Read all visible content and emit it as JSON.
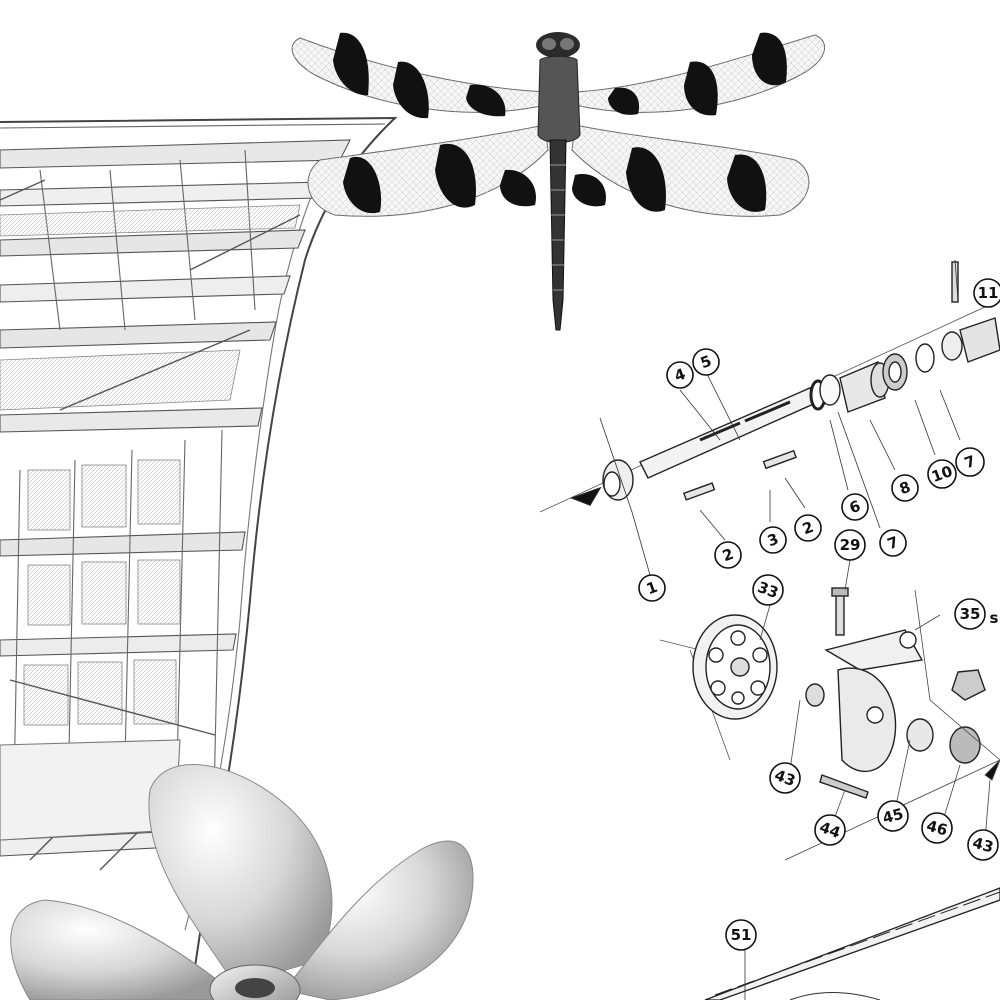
{
  "collage": {
    "dragonfly": {
      "wing_band_color": "#111111",
      "wing_color": "#f6f6f6"
    },
    "hull": {
      "line_color": "#555555",
      "fill_color": "#eeeeee"
    },
    "propeller": {
      "metal_color": "#dcdcdc"
    },
    "callouts": [
      {
        "id": "c11",
        "label": "11"
      },
      {
        "id": "c4",
        "label": "4"
      },
      {
        "id": "c5",
        "label": "5"
      },
      {
        "id": "c8",
        "label": "8"
      },
      {
        "id": "c10",
        "label": "10"
      },
      {
        "id": "c7a",
        "label": "7"
      },
      {
        "id": "c6",
        "label": "6"
      },
      {
        "id": "c7b",
        "label": "7"
      },
      {
        "id": "c2a",
        "label": "2"
      },
      {
        "id": "c3",
        "label": "3"
      },
      {
        "id": "c2b",
        "label": "2"
      },
      {
        "id": "c1",
        "label": "1"
      },
      {
        "id": "c29",
        "label": "29"
      },
      {
        "id": "c33",
        "label": "33"
      },
      {
        "id": "c35",
        "label": "35"
      },
      {
        "id": "c43a",
        "label": "43"
      },
      {
        "id": "c44",
        "label": "44"
      },
      {
        "id": "c45",
        "label": "45"
      },
      {
        "id": "c46",
        "label": "46"
      },
      {
        "id": "c43b",
        "label": "43"
      },
      {
        "id": "c51",
        "label": "51"
      }
    ],
    "edge_fragment": "s"
  }
}
